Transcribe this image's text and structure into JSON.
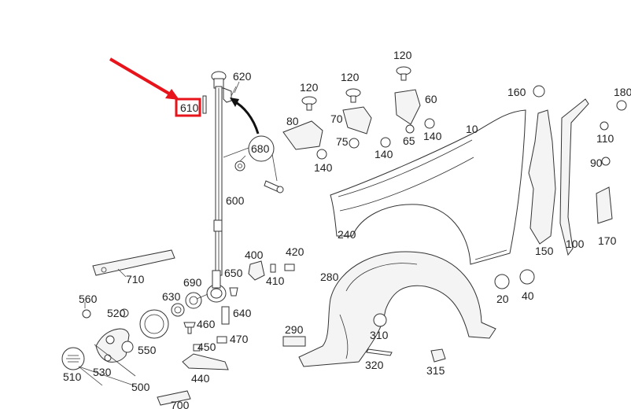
{
  "colors": {
    "highlight": "#e8141c",
    "ink": "#333333",
    "paper": "#ffffff"
  },
  "callouts": {
    "highlighted": "610",
    "items": [
      {
        "id": "c620",
        "text": "620"
      },
      {
        "id": "c680",
        "text": "680"
      },
      {
        "id": "c600",
        "text": "600"
      },
      {
        "id": "c710",
        "text": "710"
      },
      {
        "id": "c560",
        "text": "560"
      },
      {
        "id": "c520",
        "text": "520"
      },
      {
        "id": "c550",
        "text": "550"
      },
      {
        "id": "c530",
        "text": "530"
      },
      {
        "id": "c510",
        "text": "510"
      },
      {
        "id": "c500",
        "text": "500"
      },
      {
        "id": "c700",
        "text": "700"
      },
      {
        "id": "c630",
        "text": "630"
      },
      {
        "id": "c690",
        "text": "690"
      },
      {
        "id": "c650",
        "text": "650"
      },
      {
        "id": "c400",
        "text": "400"
      },
      {
        "id": "c420",
        "text": "420"
      },
      {
        "id": "c410",
        "text": "410"
      },
      {
        "id": "c640",
        "text": "640"
      },
      {
        "id": "c460",
        "text": "460"
      },
      {
        "id": "c470",
        "text": "470"
      },
      {
        "id": "c450",
        "text": "450"
      },
      {
        "id": "c440",
        "text": "440"
      },
      {
        "id": "c290",
        "text": "290"
      },
      {
        "id": "c280",
        "text": "280"
      },
      {
        "id": "c310",
        "text": "310"
      },
      {
        "id": "c320",
        "text": "320"
      },
      {
        "id": "c315",
        "text": "315"
      },
      {
        "id": "c240",
        "text": "240"
      },
      {
        "id": "c80",
        "text": "80"
      },
      {
        "id": "c140a",
        "text": "140"
      },
      {
        "id": "c120a",
        "text": "120"
      },
      {
        "id": "c120b",
        "text": "120"
      },
      {
        "id": "c70",
        "text": "70"
      },
      {
        "id": "c75",
        "text": "75"
      },
      {
        "id": "c140b",
        "text": "140"
      },
      {
        "id": "c120c",
        "text": "120"
      },
      {
        "id": "c60",
        "text": "60"
      },
      {
        "id": "c65",
        "text": "65"
      },
      {
        "id": "c140c",
        "text": "140"
      },
      {
        "id": "c10",
        "text": "10"
      },
      {
        "id": "c160",
        "text": "160"
      },
      {
        "id": "c180",
        "text": "180"
      },
      {
        "id": "c110",
        "text": "110"
      },
      {
        "id": "c90",
        "text": "90"
      },
      {
        "id": "c170",
        "text": "170"
      },
      {
        "id": "c150",
        "text": "150"
      },
      {
        "id": "c100",
        "text": "100"
      },
      {
        "id": "c20",
        "text": "20"
      },
      {
        "id": "c40",
        "text": "40"
      }
    ]
  }
}
